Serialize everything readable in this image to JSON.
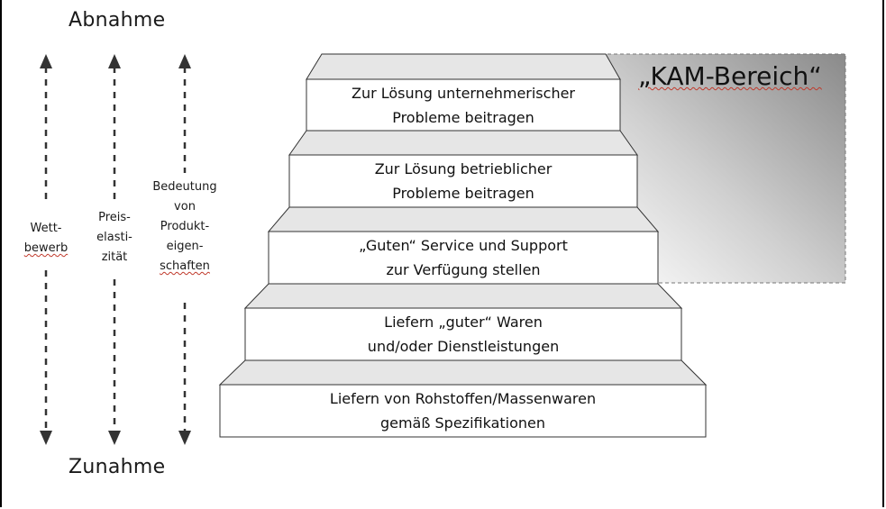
{
  "title_top": "Abnahme",
  "title_bottom": "Zunahme",
  "kam_label": "„KAM-Bereich“",
  "arrows": [
    {
      "lines": [
        "Wett-",
        "bewerb"
      ]
    },
    {
      "lines": [
        "Preis-",
        "elasti-",
        "zität"
      ]
    },
    {
      "lines": [
        "Bedeutung",
        "von",
        "Produkt-",
        "eigen-",
        "schaften"
      ]
    }
  ],
  "steps": [
    {
      "lines": [
        "Zur Lösung unternehmerischer",
        "Probleme beitragen"
      ]
    },
    {
      "lines": [
        "Zur Lösung betrieblicher",
        "Probleme beitragen"
      ]
    },
    {
      "lines": [
        "„Guten“ Service und Support",
        "zur Verfügung stellen"
      ]
    },
    {
      "lines": [
        "Liefern „guter“ Waren",
        "und/oder Dienstleistungen"
      ]
    },
    {
      "lines": [
        "Liefern von Rohstoffen/Massenwaren",
        "gemäß Spezifikationen"
      ]
    }
  ]
}
